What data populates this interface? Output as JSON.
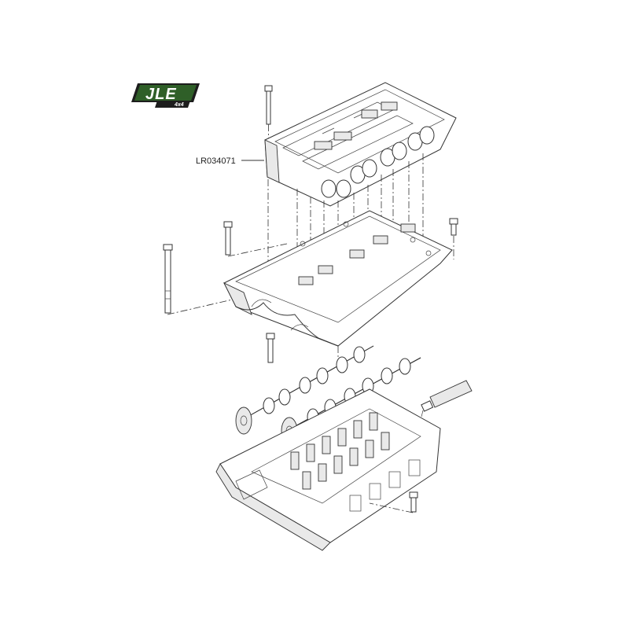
{
  "logo": {
    "main_text": "JLE",
    "sub_text": "4x4",
    "colors": {
      "green": "#2f5f28",
      "dark": "#1d1d1d",
      "white": "#ffffff"
    }
  },
  "parts": {
    "camshaft_carrier_label": "LR034071"
  }
}
